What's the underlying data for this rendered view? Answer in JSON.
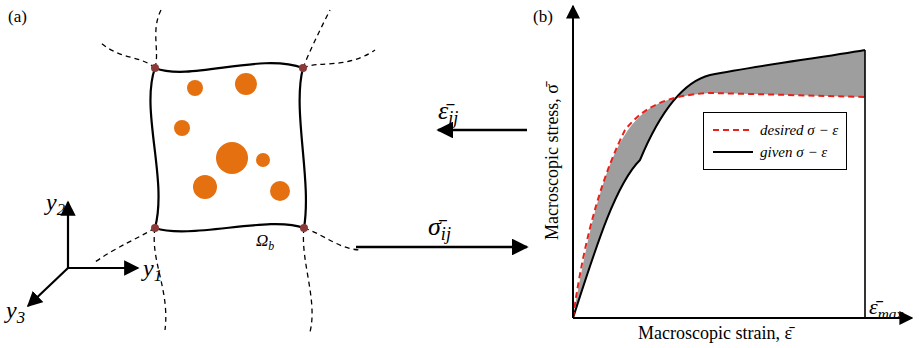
{
  "diagram": {
    "labels": [
      "(a)",
      "(b)",
      "ε̄ij",
      "σ̄ij",
      "y2",
      "y1",
      "y3",
      "Ωb",
      "Macroscopic stress, σ̄",
      "Macroscopic strain, ε̄",
      "ε̄max"
    ],
    "legend": [
      {
        "text": "desired σ − ε"
      },
      {
        "text": "given σ − ε"
      }
    ]
  }
}
